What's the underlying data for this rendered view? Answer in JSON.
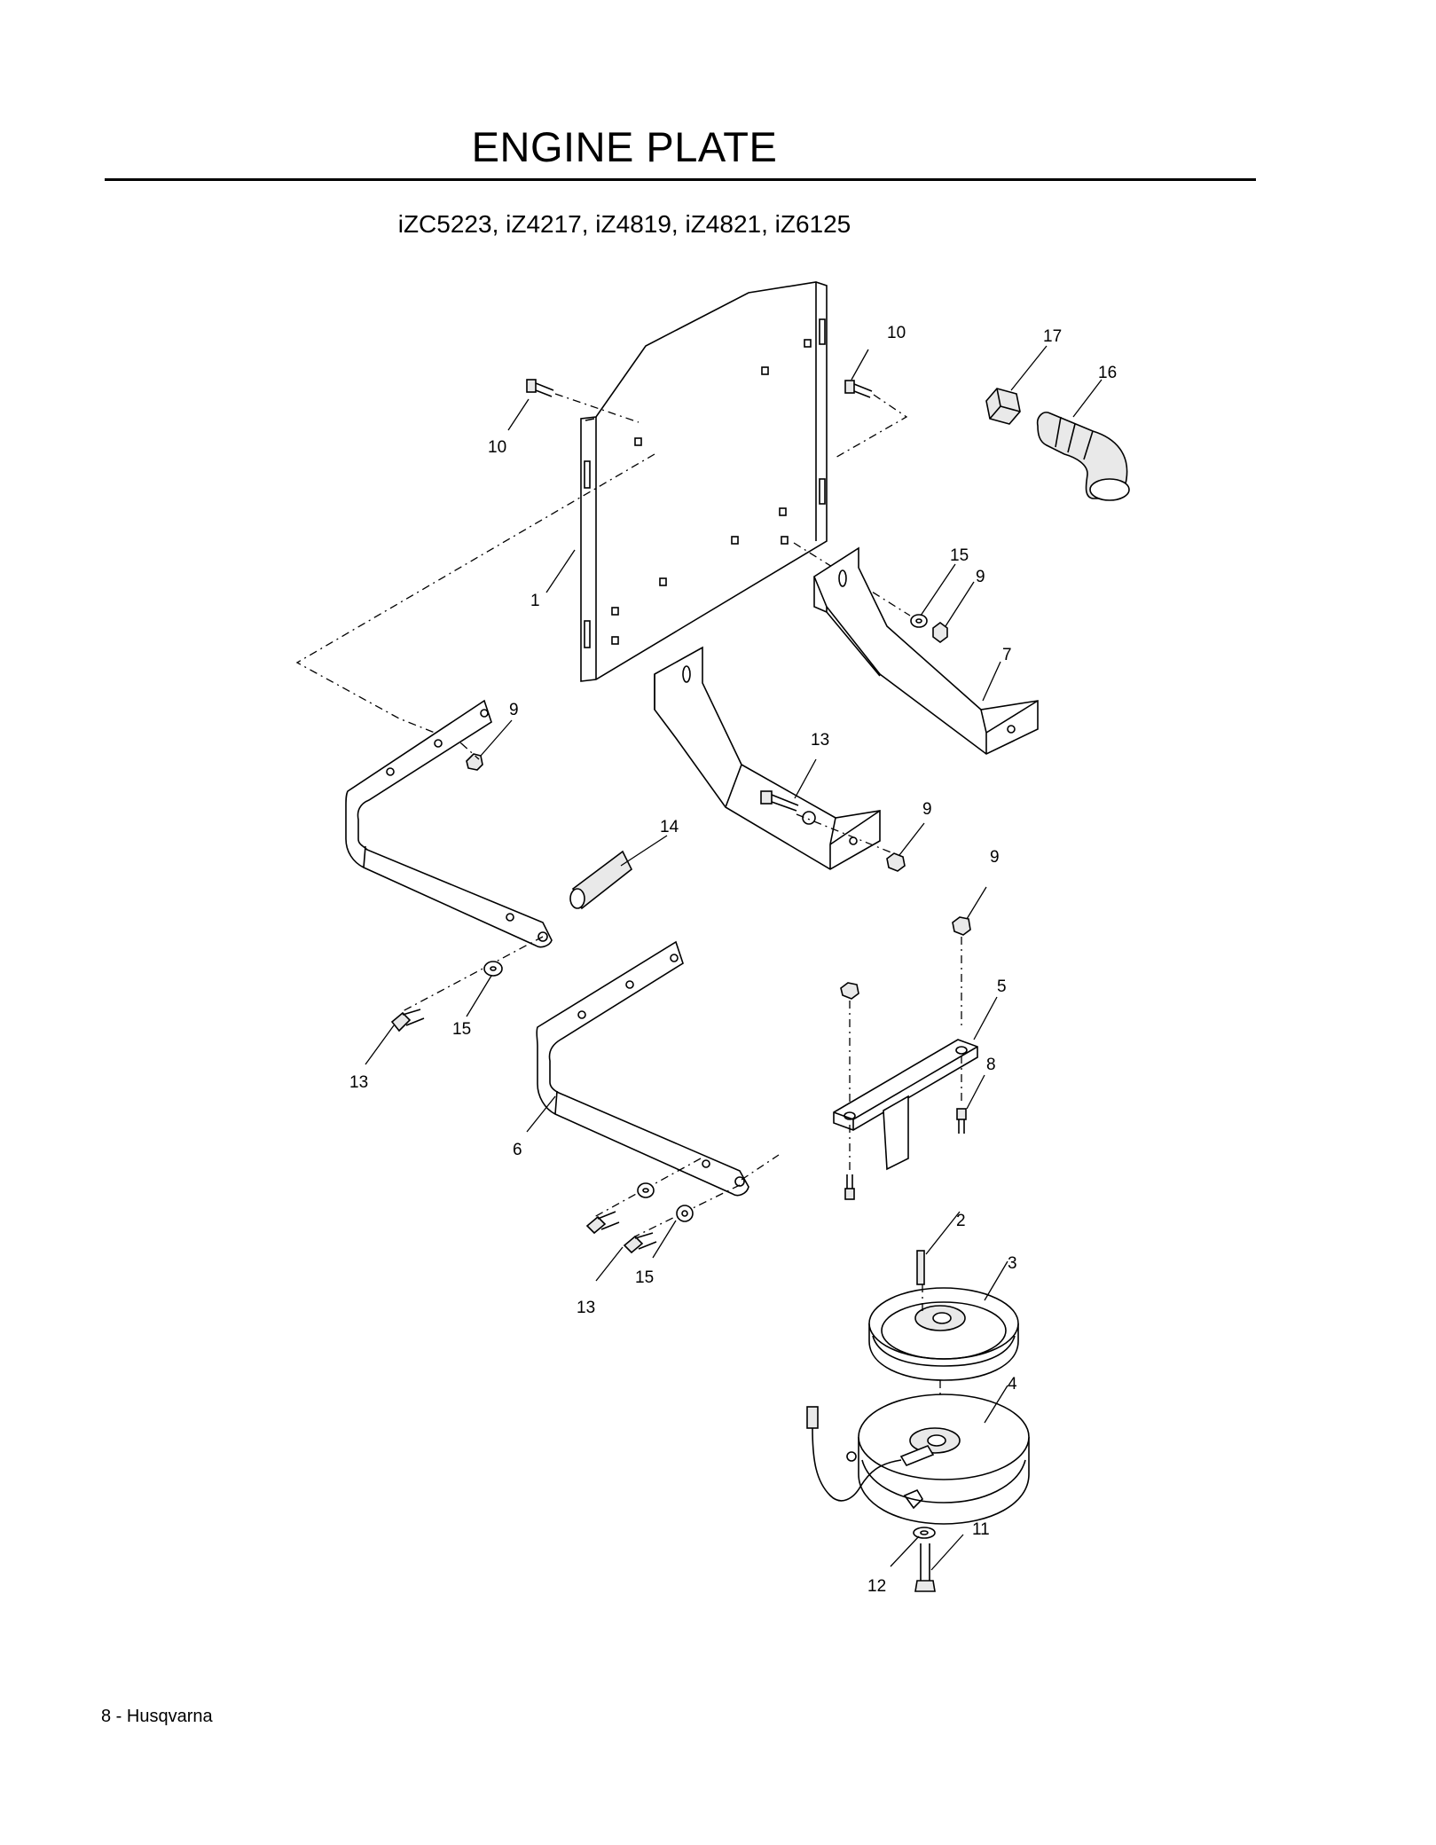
{
  "page": {
    "title": "ENGINE PLATE",
    "models": "iZC5223, iZ4217, iZ4819, iZ4821, iZ6125",
    "footer": "8 - Husqvarna"
  },
  "callouts": {
    "p1": "1",
    "p2": "2",
    "p3": "3",
    "p4": "4",
    "p5": "5",
    "p6": "6",
    "p7": "7",
    "p8": "8",
    "p9a": "9",
    "p9b": "9",
    "p9c": "9",
    "p9d": "9",
    "p10a": "10",
    "p10b": "10",
    "p11": "11",
    "p12": "12",
    "p13a": "13",
    "p13b": "13",
    "p13c": "13",
    "p14": "14",
    "p15a": "15",
    "p15b": "15",
    "p15c": "15",
    "p16": "16",
    "p17": "17"
  }
}
